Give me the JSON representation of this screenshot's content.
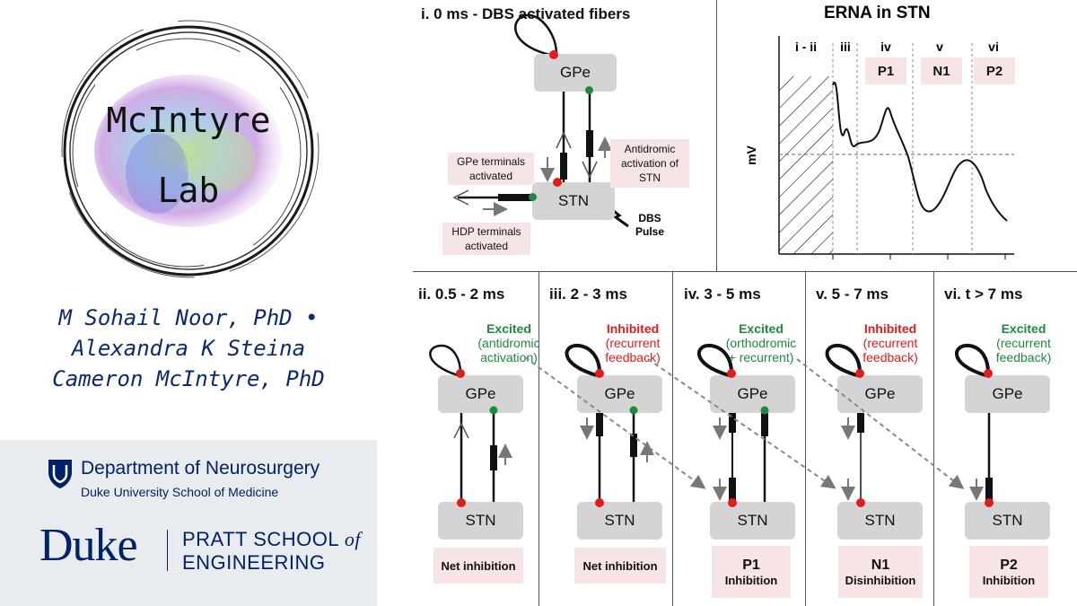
{
  "lab": {
    "name_line1": "McIntyre",
    "name_line2": "Lab"
  },
  "authors": [
    "M Sohail Noor, PhD •",
    "Alexandra K Steina",
    "Cameron McIntyre, PhD"
  ],
  "department": {
    "name": "Department of Neurosurgery",
    "school": "Duke University School of Medicine"
  },
  "duke": {
    "wordmark": "Duke",
    "pratt_line1": "PRATT SCHOOL",
    "pratt_of": "of",
    "pratt_line2": "ENGINEERING"
  },
  "panel_i": {
    "title": "i. 0 ms - DBS activated fibers",
    "gpe": "GPe",
    "stn": "STN",
    "gpe_terminals": "GPe terminals activated",
    "antidromic": "Antidromic activation of STN",
    "hdp_terminals": "HDP terminals activated",
    "dbs_pulse_line1": "DBS",
    "dbs_pulse_line2": "Pulse"
  },
  "erna": {
    "title": "ERNA in STN",
    "ylabel": "mV",
    "phases": [
      "i - ii",
      "iii",
      "iv",
      "v",
      "vi"
    ],
    "peaks": [
      "P1",
      "N1",
      "P2"
    ]
  },
  "stages": [
    {
      "title": "ii. 0.5 - 2 ms",
      "state": "Excited",
      "detail_line1": "(antidromic",
      "detail_line2": "activation)",
      "result_line1": "Net inhibition",
      "result_line2": "",
      "gpe": "GPe",
      "stn": "STN"
    },
    {
      "title": "iii. 2 - 3 ms",
      "state": "Inhibited",
      "detail_line1": "(recurrent",
      "detail_line2": "feedback)",
      "result_line1": "Net inhibition",
      "result_line2": "",
      "gpe": "GPe",
      "stn": "STN"
    },
    {
      "title": "iv. 3 - 5 ms",
      "state": "Excited",
      "detail_line1": "(orthodromic",
      "detail_line2": "+ recurrent)",
      "result_line1": "P1",
      "result_line2": "Inhibition",
      "gpe": "GPe",
      "stn": "STN"
    },
    {
      "title": "v. 5 - 7 ms",
      "state": "Inhibited",
      "detail_line1": "(recurrent",
      "detail_line2": "feedback)",
      "result_line1": "N1",
      "result_line2": "Disinhibition",
      "gpe": "GPe",
      "stn": "STN"
    },
    {
      "title": "vi. t > 7 ms",
      "state": "Excited",
      "detail_line1": "(recurrent",
      "detail_line2": "feedback)",
      "result_line1": "P2",
      "result_line2": "Inhibition",
      "gpe": "GPe",
      "stn": "STN"
    }
  ],
  "colors": {
    "excited": "#1e8a3c",
    "inhibited": "#e31b1b",
    "author_text": "#0d2a6e",
    "duke_blue": "#012169",
    "node_fill": "#d4d4d4",
    "label_fill": "#f7e4e4"
  }
}
